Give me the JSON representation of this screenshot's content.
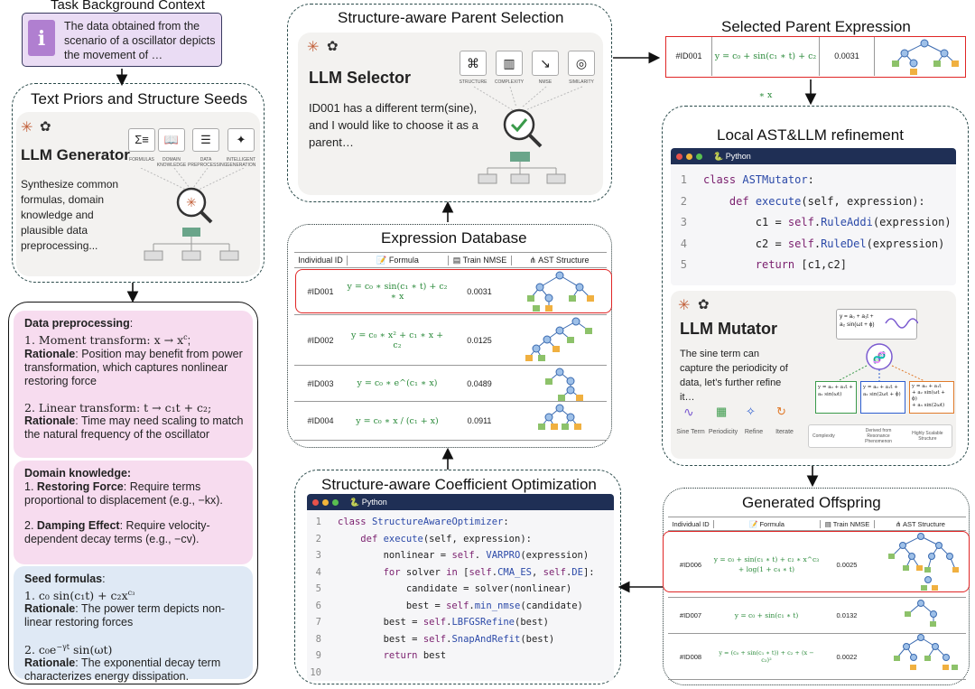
{
  "task": {
    "title": "Task Background Context",
    "text": "The data obtained from the scenario of a oscillator depicts the movement of …"
  },
  "priors": {
    "title": "Text Priors and Structure Seeds",
    "llm_title": "LLM Generator",
    "desc": "Synthesize common formulas, domain knowledge and plausible data preprocessing...",
    "icons": [
      "FORMULAS",
      "DOMAIN KNOWLEDGE",
      "DATA PREPROCESSING",
      "INTELLIGENT GENERATION"
    ]
  },
  "seeds": {
    "preprocessing": {
      "heading": "Data preprocessing",
      "item1": "1. Moment transform: x → x",
      "item1_sup": "c",
      "r1_label": "Rationale",
      "r1_text": ": Position may benefit from power transformation, which captures nonlinear restoring force",
      "item2": "2. Linear transform: t → c₁t + c₂;",
      "r2_label": "Rationale",
      "r2_text": ": Time may need scaling to match the natural frequency of the oscillator"
    },
    "domain": {
      "heading": "Domain knowledge:",
      "item1_label": "Restoring Force",
      "item1_text": ": Require terms proportional to displacement (e.g., −kx).",
      "item2_label": "Damping Effect",
      "item2_text": ": Require velocity-dependent decay terms (e.g., −cv)."
    },
    "formulas": {
      "heading": "Seed formulas",
      "f1": "1. c₀ sin(c₁t) + c₂x",
      "f1_sup": "c₃",
      "r1_label": "Rationale",
      "r1_text": ": The power term depicts non-linear restoring forces",
      "f2": "2. c₀e",
      "f2_sup": "−γt",
      "f2_tail": " sin(ωt)",
      "r2_label": "Rationale",
      "r2_text": ": The exponential decay term characterizes energy dissipation."
    }
  },
  "selection": {
    "title": "Structure-aware Parent Selection",
    "llm_title": "LLM Selector",
    "desc": "ID001 has a different term(sine), and I would like to choose it as a parent…",
    "icons": [
      "STRUCTURE",
      "COMPLEXITY",
      "NMSE",
      "SIMILARITY"
    ]
  },
  "database": {
    "title": "Expression Database",
    "headers": [
      "Individual ID",
      "Formula",
      "Train NMSE",
      "AST Structure"
    ],
    "rows": [
      {
        "id": "#ID001",
        "formula": "y = c₀ ∗ sin(c₁ ∗ t) + c₂ ∗ x",
        "nmse": "0.0031"
      },
      {
        "id": "#ID002",
        "formula": "y = c₀ ∗ x² + c₁ ∗ x + c₂",
        "nmse": "0.0125"
      },
      {
        "id": "#ID003",
        "formula": "y = c₀ ∗ e^(c₁ ∗ x)",
        "nmse": "0.0489"
      },
      {
        "id": "#ID004",
        "formula": "y = c₀ ∗ x / (c₁ + x)",
        "nmse": "0.0911"
      }
    ]
  },
  "optimizer": {
    "title": "Structure-aware Coefficient Optimization",
    "lang": "Python",
    "lines": [
      [
        [
          "kw",
          "class "
        ],
        [
          "fn",
          "StructureAwareOptimizer"
        ],
        [
          "",
          ":"
        ]
      ],
      [
        [
          "",
          "    "
        ],
        [
          "kw",
          "def "
        ],
        [
          "fn",
          "execute"
        ],
        [
          "",
          "(self, expression):"
        ]
      ],
      [
        [
          "",
          "        nonlinear = "
        ],
        [
          "sf",
          "self"
        ],
        [
          "",
          ". "
        ],
        [
          "fn",
          "VARPRO"
        ],
        [
          "",
          "(expression)"
        ]
      ],
      [
        [
          "",
          "        "
        ],
        [
          "kw",
          "for "
        ],
        [
          "",
          "solver "
        ],
        [
          "kw",
          "in "
        ],
        [
          "",
          "["
        ],
        [
          "sf",
          "self"
        ],
        [
          "",
          "."
        ],
        [
          "fn",
          "CMA_ES"
        ],
        [
          "",
          ", "
        ],
        [
          "sf",
          "self"
        ],
        [
          "",
          "."
        ],
        [
          "fn",
          "DE"
        ],
        [
          "",
          "]:"
        ]
      ],
      [
        [
          "",
          "            candidate = solver(nonlinear)"
        ]
      ],
      [
        [
          "",
          "            best = "
        ],
        [
          "sf",
          "self"
        ],
        [
          "",
          "."
        ],
        [
          "fn",
          "min_nmse"
        ],
        [
          "",
          "(candidate)"
        ]
      ],
      [
        [
          "",
          "        best = "
        ],
        [
          "sf",
          "self"
        ],
        [
          "",
          "."
        ],
        [
          "fn",
          "LBFGSRefine"
        ],
        [
          "",
          "(best)"
        ]
      ],
      [
        [
          "",
          "        best = "
        ],
        [
          "sf",
          "self"
        ],
        [
          "",
          "."
        ],
        [
          "fn",
          "SnapAndRefit"
        ],
        [
          "",
          "(best)"
        ]
      ],
      [
        [
          "",
          "        "
        ],
        [
          "kw",
          "return "
        ],
        [
          "",
          "best"
        ]
      ],
      [
        [
          "",
          ""
        ]
      ]
    ]
  },
  "selected": {
    "title": "Selected Parent Expression",
    "id": "#ID001",
    "formula": "y = c₀ + sin(c₁ ∗ t) + c₂ ∗ x",
    "nmse": "0.0031"
  },
  "refine": {
    "title": "Local  AST&LLM refinement",
    "lang": "Python",
    "lines": [
      [
        [
          "kw",
          "class "
        ],
        [
          "fn",
          "ASTMutator"
        ],
        [
          "",
          ":"
        ]
      ],
      [
        [
          "",
          "    "
        ],
        [
          "kw",
          "def "
        ],
        [
          "fn",
          "execute"
        ],
        [
          "",
          "(self, expression):"
        ]
      ],
      [
        [
          "",
          "        c1 = "
        ],
        [
          "sf",
          "self"
        ],
        [
          "",
          "."
        ],
        [
          "fn",
          "RuleAddi"
        ],
        [
          "",
          "(expression)"
        ]
      ],
      [
        [
          "",
          "        c2 = "
        ],
        [
          "sf",
          "self"
        ],
        [
          "",
          "."
        ],
        [
          "fn",
          "RuleDel"
        ],
        [
          "",
          "(expression)"
        ]
      ],
      [
        [
          "",
          "        "
        ],
        [
          "kw",
          "return "
        ],
        [
          "",
          "[c1,c2]"
        ]
      ]
    ],
    "llm_title": "LLM Mutator",
    "desc": "The sine term can capture the periodicity of data, let’s further refine it…",
    "icons": [
      "Sine Term",
      "Periodicity",
      "Refine",
      "Iterate"
    ],
    "top_formula_1": "y = a₀ + a₁t +",
    "top_formula_2": "a₂ sin(ωt + ϕ)",
    "sub1_1": "y = a₀ + a₁t +",
    "sub1_2": "a₂ sin(ωt)",
    "sub2_1": "y = a₀ + a₁t +",
    "sub2_2": "a₂ sin(2ωt + ϕ)",
    "sub3_1": "y = a₀ + a₁t",
    "sub3_2": "+ a₂ sin(ωt + ϕ)",
    "sub3_3": "+ a₃ sin(2ωt)",
    "foot": [
      "Complexity",
      "Derived from Resonance Phenomenon",
      "Highly Scalable Structure"
    ]
  },
  "offspring": {
    "title": "Generated Offspring",
    "headers": [
      "Individual ID",
      "Formula",
      "Train NMSE",
      "AST Structure"
    ],
    "rows": [
      {
        "id": "#ID006",
        "formula1": "y = c₀ + sin(c₁ ∗ t) + c₂ ∗ x^c₃",
        "formula2": "+ log(1 + c₄ ∗ t)",
        "nmse": "0.0025"
      },
      {
        "id": "#ID007",
        "formula1": "y = c₀ + sin(c₁ ∗ t)",
        "formula2": "",
        "nmse": "0.0132"
      },
      {
        "id": "#ID008",
        "formula1": "y = (c₀ + sin(c₁ ∗ t)) + c₂ + (x − c₃)²",
        "formula2": "",
        "nmse": "0.0022"
      }
    ]
  }
}
